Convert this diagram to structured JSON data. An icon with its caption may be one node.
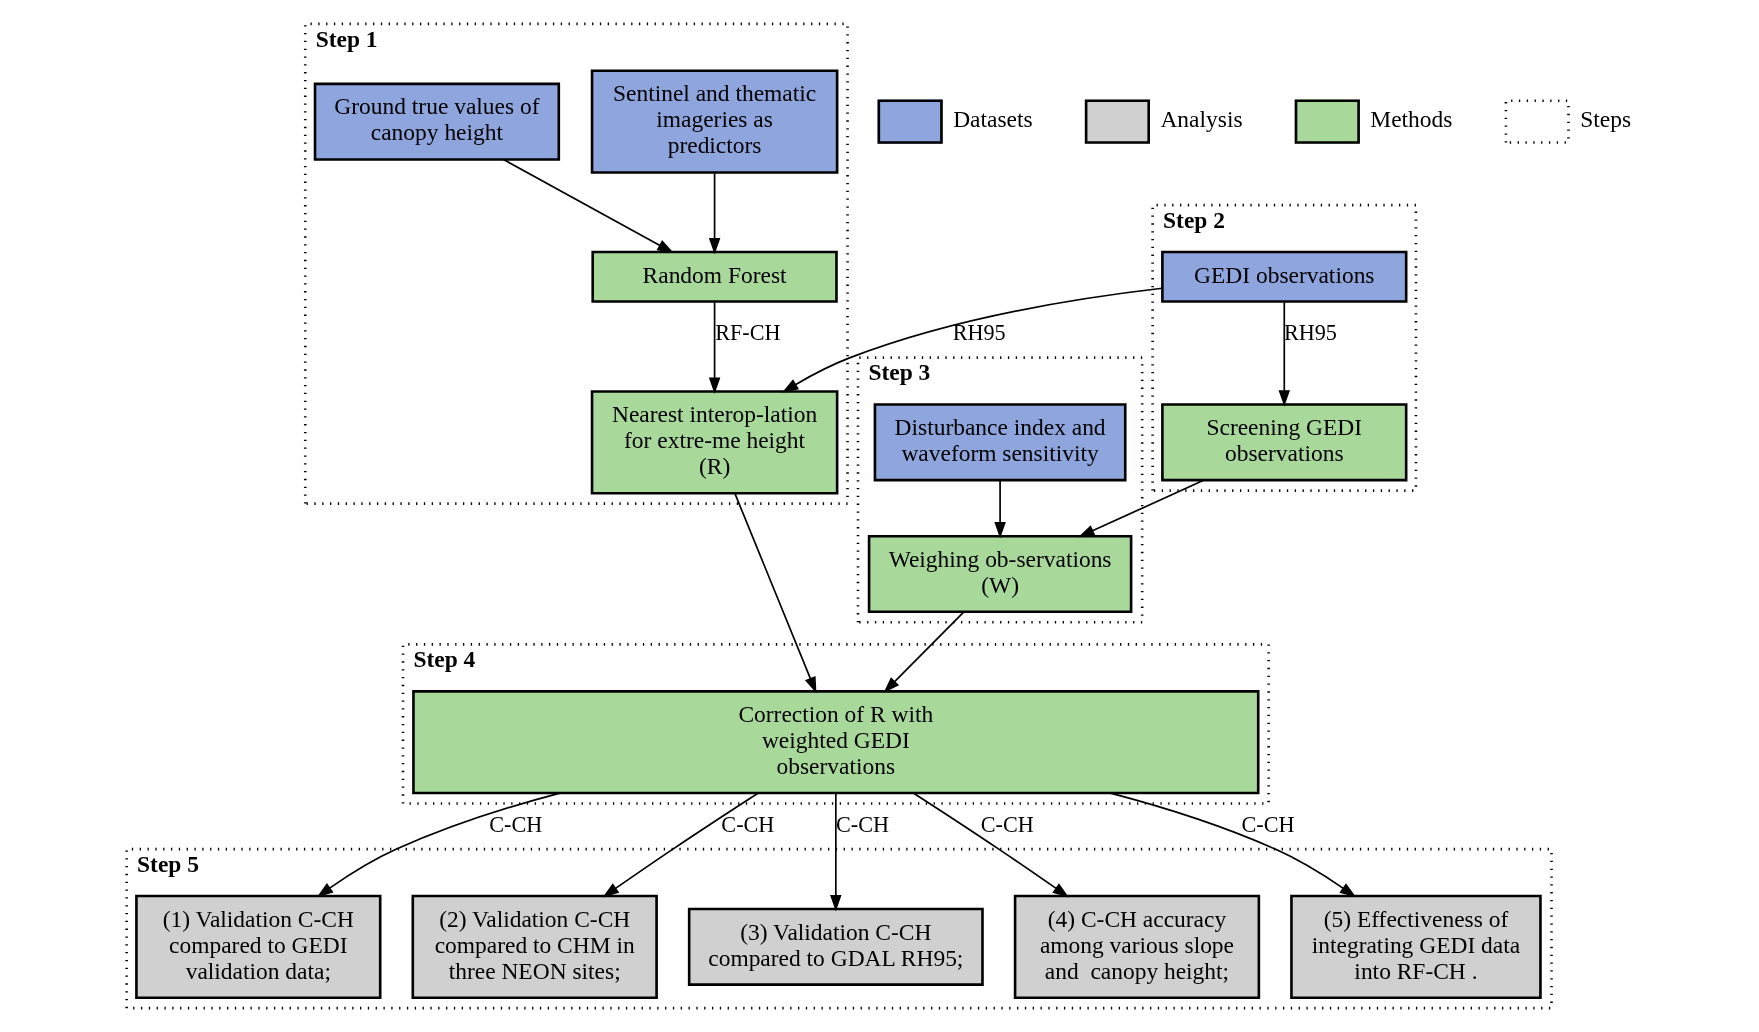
{
  "diagram": {
    "nodes": [
      {
        "text": [
          "Step 1"
        ]
      },
      {
        "text": [
          "Sentinel and thematic imageries as predictors"
        ],
        "in": 0
      },
      {
        "text": [
          "Ground true values of canopy height"
        ],
        "in": 0
      },
      {
        "text": [
          "Random Forest"
        ],
        "in": 0
      },
      {
        "text": [
          "Nearest interop-lation for extre-me height (R)"
        ],
        "in": 0
      },
      {
        "text": [
          "Step 2"
        ]
      },
      {
        "text": [
          "GEDI observations"
        ],
        "in": 5
      },
      {
        "text": [
          "Screening GEDI observations"
        ],
        "in": 5
      },
      {
        "text": [
          "Step 3"
        ]
      },
      {
        "text": [
          "Disturbance index and waveform sensitivity"
        ],
        "in": 8
      },
      {
        "text": [
          "Weighing ob-servations (W)"
        ],
        "in": 8
      },
      {
        "text": [
          "Step 4"
        ]
      },
      {
        "text": [
          "Correction of R with weighted GEDI observations"
        ],
        "in": 11
      },
      {
        "text": [
          "Step 5"
        ]
      },
      {
        "text": [
          "(1) Validation C-CH compared to GEDI validation data;"
        ],
        "in": 13
      },
      {
        "text": [
          "(2) Validation C-CH compared to CHM in three NEON sites;"
        ],
        "in": 13
      },
      {
        "text": [
          "(3) Validation C-CH compared to GDAL RH95;"
        ],
        "in": 13
      },
      {
        "text": [
          "(4) C-CH accuracy among various slope and  canopy height;"
        ],
        "in": 13
      },
      {
        "text": [
          "(5) Effectiveness of integrating GEDI data into RF-CH ."
        ],
        "in": 13
      }
    ],
    "edges": [
      {
        "from": 1,
        "to": 3,
        "arrow": "to"
      },
      {
        "from": 2,
        "to": 3,
        "arrow": "to"
      },
      {
        "from": 3,
        "to": 4,
        "arrow": "to",
        "label": "RF-CH"
      },
      {
        "from": 6,
        "to": 4,
        "arrow": "to",
        "label": "RH95"
      },
      {
        "from": 6,
        "to": 7,
        "arrow": "to",
        "label": "RH95"
      },
      {
        "from": 9,
        "to": 10,
        "arrow": "to"
      },
      {
        "from": 7,
        "to": 10,
        "arrow": "to"
      },
      {
        "from": 4,
        "to": 12,
        "arrow": "to"
      },
      {
        "from": 10,
        "to": 12,
        "arrow": "to"
      },
      {
        "from": 12,
        "to": 14,
        "arrow": "to",
        "label": "C-CH"
      },
      {
        "from": 12,
        "to": 15,
        "arrow": "to",
        "label": "C-CH"
      },
      {
        "from": 12,
        "to": 16,
        "arrow": "to",
        "label": "C-CH"
      },
      {
        "from": 12,
        "to": 17,
        "arrow": "to",
        "label": "C-CH"
      },
      {
        "from": 12,
        "to": 18,
        "arrow": "to",
        "label": "C-CH"
      }
    ],
    "legend": [
      {
        "text": "Datasets",
        "color": "#8fa5dd"
      },
      {
        "text": "Analysis",
        "color": "#d0d0d0"
      },
      {
        "text": "Methods",
        "color": "#a9d89b"
      },
      {
        "text": "Steps"
      }
    ]
  }
}
